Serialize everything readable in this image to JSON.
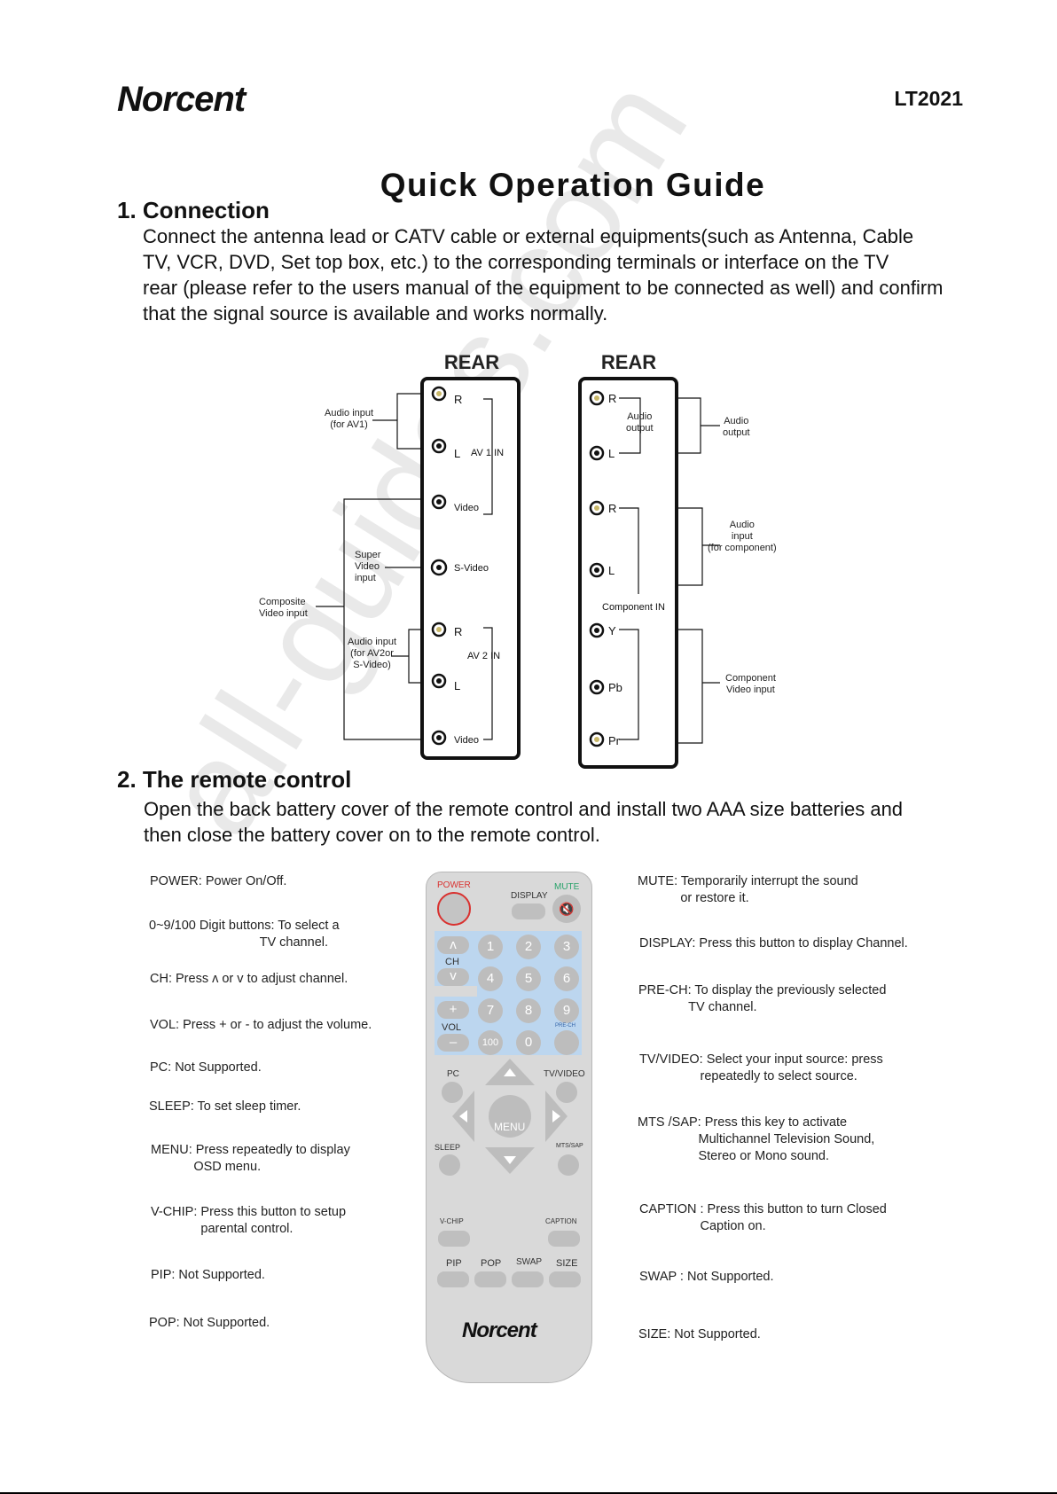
{
  "header": {
    "logo": "Norcent",
    "model": "LT2021",
    "title": "Quick Operation Guide"
  },
  "section1": {
    "heading": "1. Connection",
    "lines": [
      "Connect the antenna lead or CATV cable or external equipments(such as Antenna, Cable",
      "TV, VCR, DVD, Set top box, etc.) to the corresponding terminals or interface on the TV",
      "rear (please refer to the users manual of the equipment to be connected as well) and confirm",
      "that the signal source is available and works normally."
    ]
  },
  "diagram": {
    "rear_left": "REAR",
    "rear_right": "REAR",
    "left_panel": {
      "r1": "R",
      "l1": "L",
      "av1": "AV 1 IN",
      "video1": "Video",
      "svideo": "S-Video",
      "r2": "R",
      "av2": "AV 2  IN",
      "l2": "L",
      "video2": "Video"
    },
    "right_panel": {
      "r1": "R",
      "audio_out": "Audio\noutput",
      "l1": "L",
      "r2": "R",
      "l2": "L",
      "component": "Component IN",
      "y": "Y",
      "pb": "Pb",
      "pr": "Pr"
    },
    "callouts": {
      "audio_av1": "Audio input\n(for AV1)",
      "super_video": "Super\nVideo\ninput",
      "composite": "Composite\nVideo input",
      "audio_av2": "Audio input\n(for AV2or\nS-Video)",
      "audio_output": "Audio\noutput",
      "audio_component": "Audio\ninput\n(for component)",
      "component_video": "Component\nVideo input"
    }
  },
  "section2": {
    "heading": "2. The remote control",
    "lines": [
      "Open the back battery cover of the remote control and install two AAA size batteries and",
      "then close the battery cover on to the remote control."
    ]
  },
  "left_desc": [
    "POWER: Power On/Off.",
    "0~9/100 Digit buttons: To select a\n                               TV channel.",
    "CH: Press ʌ or v to adjust channel.",
    "VOL: Press + or - to adjust the volume.",
    "PC: Not Supported.",
    "SLEEP: To set sleep timer.",
    "MENU: Press repeatedly to display\n            OSD menu.",
    "V-CHIP: Press this button to setup\n              parental control.",
    "PIP: Not Supported.",
    "POP: Not Supported."
  ],
  "right_desc": [
    "MUTE: Temporarily interrupt the sound\n            or restore it.",
    "DISPLAY: Press this button to display Channel.",
    "PRE-CH: To display the previously selected\n              TV channel.",
    "TV/VIDEO: Select your input source: press\n                 repeatedly to select source.",
    "MTS /SAP: Press this key to activate\n                 Multichannel Television Sound,\n                 Stereo or Mono sound.",
    "CAPTION : Press this button to turn Closed\n                 Caption on.",
    "SWAP : Not Supported.",
    "SIZE: Not Supported."
  ],
  "remote": {
    "power": "POWER",
    "mute": "MUTE",
    "display": "DISPLAY",
    "ch_up": "ʌ",
    "ch": "CH",
    "ch_down": "v",
    "vol_up": "+",
    "vol": "VOL",
    "vol_down": "–",
    "digits": [
      "1",
      "2",
      "3",
      "4",
      "5",
      "6",
      "7",
      "8",
      "9"
    ],
    "d100": "100",
    "d0": "0",
    "prech": "PRE-CH",
    "pc": "PC",
    "tvvideo": "TV/VIDEO",
    "menu": "MENU",
    "sleep": "SLEEP",
    "mtssap": "MTS/SAP",
    "vchip": "V-CHIP",
    "caption": "CAPTION",
    "pip": "PIP",
    "pop": "POP",
    "swap": "SWAP",
    "size": "SIZE",
    "brand": "Norcent"
  },
  "watermark": "all-guides.com",
  "colors": {
    "power": "#d9312f",
    "mute": "#2aa36b",
    "keypad": "#bcd6ef"
  }
}
